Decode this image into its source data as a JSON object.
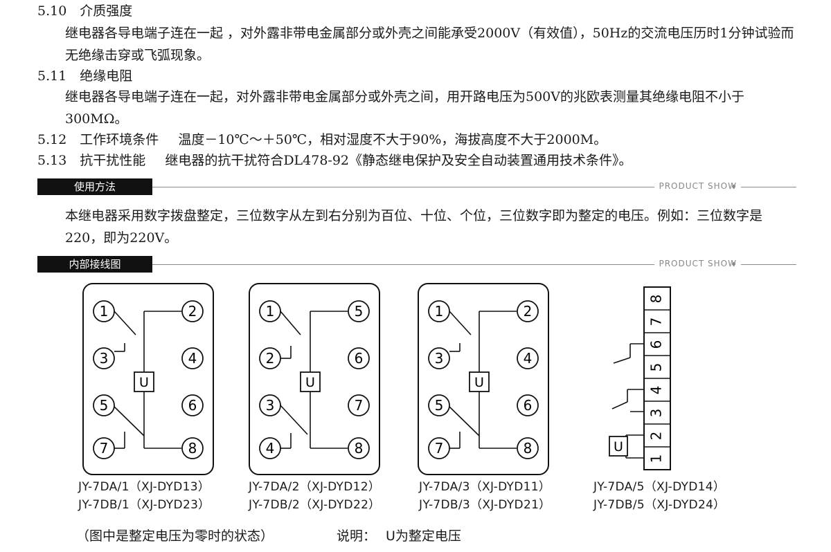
{
  "spec": {
    "s510": {
      "heading": "5.10　介质强度",
      "body": "继电器各导电端子连在一起 ，对外露非带电金属部分或外壳之间能承受2000V（有效值），50Hz的交流电压历时1分钟试验而无绝缘击穿或飞弧现象。"
    },
    "s511": {
      "heading": "5.11　绝缘电阻",
      "body": "继电器各导电端子连在一起，对外露非带电金属部分或外壳之间，用开路电压为500V的兆欧表测量其绝缘电阻不小于300MΩ。"
    },
    "s512": {
      "heading": "5.12　工作环境条件",
      "body": "温度－10℃～＋50℃，相对湿度不大于90%，海拔高度不大于2000M。"
    },
    "s513": {
      "heading": "5.13　抗干扰性能",
      "body": "继电器的抗干扰符合DL478-92《静态继电保护及安全自动装置通用技术条件》。"
    }
  },
  "sections": {
    "usage": {
      "tab": "使用方法",
      "brand": "PRODUCT SHOW"
    },
    "wiring": {
      "tab": "内部接线图",
      "brand": "PRODUCT SHOW"
    }
  },
  "usage_text": "本继电器采用数字拨盘整定，三位数字从左到右分别为百位、十位、个位，三位数字即为整定的电压。例如：三位数字是220，即为220V。",
  "diagrams": [
    {
      "label_a": "JY-7DA/1（XJ-DYD13）",
      "label_b": "JY-7DB/1（XJ-DYD23）",
      "left": [
        "1",
        "3",
        "5",
        "7"
      ],
      "right": [
        "2",
        "4",
        "6",
        "8"
      ],
      "unit": "U"
    },
    {
      "label_a": "JY-7DA/2（XJ-DYD12）",
      "label_b": "JY-7DB/2（XJ-DYD22）",
      "left": [
        "1",
        "2",
        "3",
        "4"
      ],
      "right": [
        "5",
        "6",
        "7",
        "8"
      ],
      "unit": "U"
    },
    {
      "label_a": "JY-7DA/3（XJ-DYD11）",
      "label_b": "JY-7DB/3（XJ-DYD21）",
      "left": [
        "1",
        "3",
        "5",
        "7"
      ],
      "right": [
        "2",
        "4",
        "6",
        "8"
      ],
      "unit": "U"
    },
    {
      "label_a": "JY-7DA/5（XJ-DYD14）",
      "label_b": "JY-7DB/5（XJ-DYD24）",
      "terminals": [
        "8",
        "7",
        "6",
        "5",
        "4",
        "3",
        "2",
        "1"
      ],
      "unit": "U"
    }
  ],
  "footnote": {
    "state": "（图中是整定电压为零时的状态）",
    "legend_title": "说明：",
    "legend_text": "U为整定电压"
  }
}
